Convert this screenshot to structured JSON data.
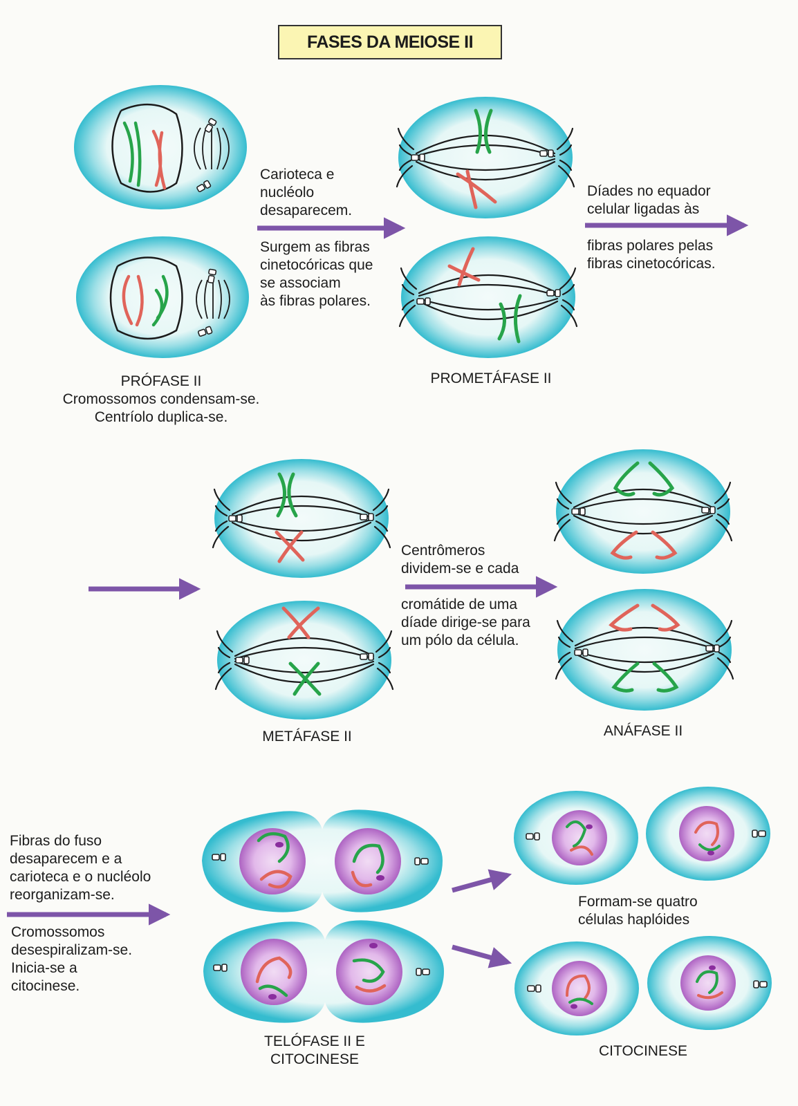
{
  "title": "FASES DA MEIOSE II",
  "colors": {
    "title_bg": "#fbf5b3",
    "cell_outer": "#3fc1d2",
    "cell_inner": "#e9f8f7",
    "chromosome_green": "#27a44a",
    "chromosome_red": "#e0645a",
    "nucleus_purple": "#b96fc8",
    "arrow_purple": "#7d55a8"
  },
  "stages": {
    "prophase": {
      "name": "PRÓFASE II",
      "description": "Cromossomos condensam-se.\nCentríolo duplica-se."
    },
    "prometaphase": {
      "name": "PROMETÁFASE II"
    },
    "metaphase": {
      "name": "METÁFASE II"
    },
    "anaphase": {
      "name": "ANÁFASE II"
    },
    "telophase": {
      "name": "TELÓFASE II E\nCITOCINESE"
    },
    "cytokinesis": {
      "name": "CITOCINESE"
    }
  },
  "notes": {
    "prophase_to_prometaphase_top": "Carioteca e\nnucléolo\ndesaparecem.",
    "prophase_to_prometaphase_bottom": "Surgem as fibras\ncinetocóricas que\nse associam\nàs fibras polares.",
    "prometaphase_to_metaphase_top": "Díades no equador\ncelular ligadas às",
    "prometaphase_to_metaphase_bottom": "fibras polares pelas\nfibras cinetocóricas.",
    "metaphase_to_anaphase_top": "Centrômeros\ndividem-se e cada",
    "metaphase_to_anaphase_bottom": "cromátide de uma\ndíade dirige-se para\num pólo da célula.",
    "anaphase_to_telophase_top": "Fibras do fuso\ndesaparecem e a\ncarioteca e o nucléolo\nreorganizam-se.",
    "anaphase_to_telophase_bottom": "Cromossomos\ndesespiralizam-se.\nInicia-se a\ncitocinese.",
    "telophase_to_cytokinesis": "Formam-se quatro\ncélulas haplóides"
  }
}
